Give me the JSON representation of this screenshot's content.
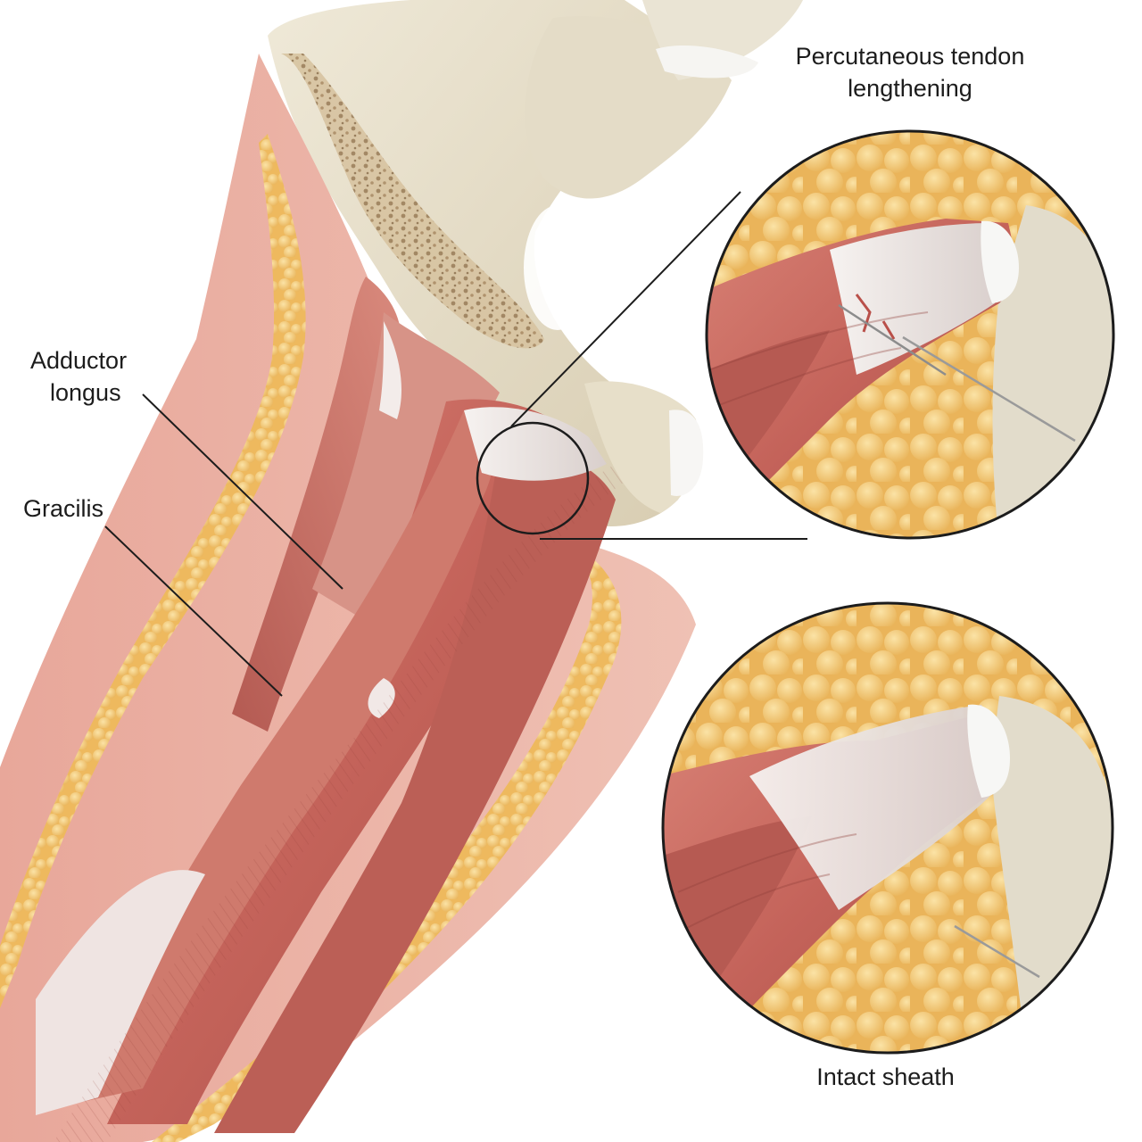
{
  "labels": {
    "adductor_line1": "Adductor",
    "adductor_line2": "longus",
    "gracilis": "Gracilis",
    "inset_top_line1": "Percutaneous tendon",
    "inset_top_line2": "lengthening",
    "inset_bottom": "Intact sheath"
  },
  "colors": {
    "background": "#ffffff",
    "muscle": "#c9685f",
    "muscle_dark": "#9e4a44",
    "fat": "#f2c66e",
    "bone": "#e9e2cf",
    "tendon": "#f1ece9",
    "leader_line": "#1c1c1c"
  }
}
